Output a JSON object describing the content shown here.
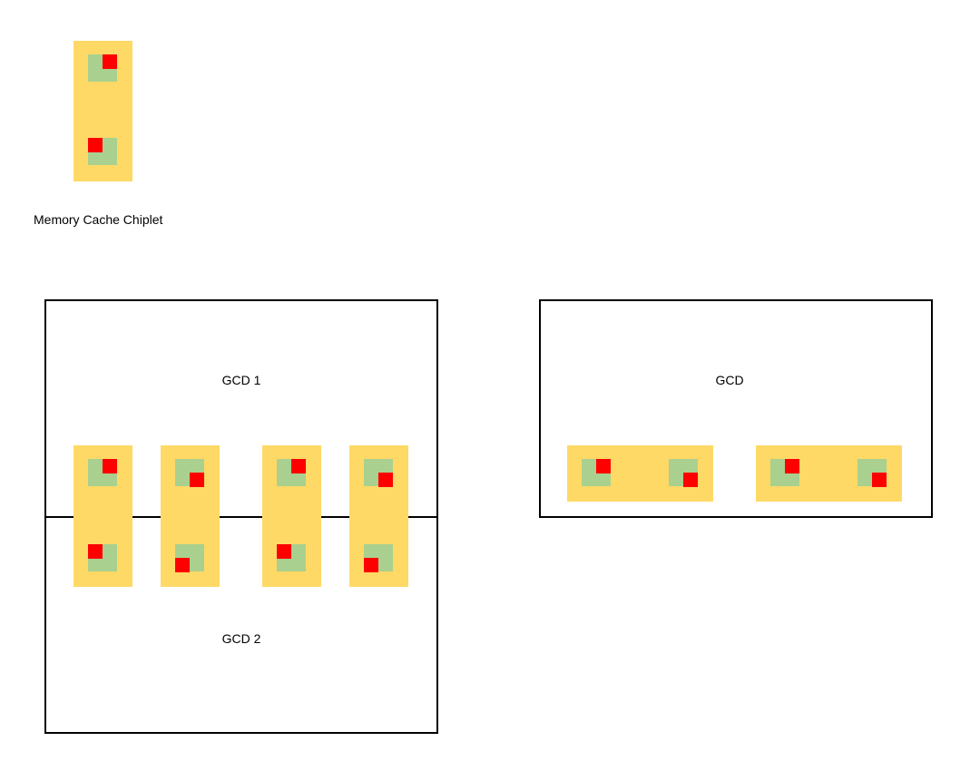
{
  "labels": {
    "mcd": "Memory Cache Chiplet",
    "gcd1": "GCD 1",
    "gcd2": "GCD 2",
    "gcd": "GCD"
  },
  "colors": {
    "mcd_fill": "#FFD966",
    "cache_fill": "#A9D08E",
    "port_fill": "#FF0000",
    "outline": "#000000"
  },
  "icons": {
    "cache_block": "green-square",
    "port": "red-square"
  }
}
